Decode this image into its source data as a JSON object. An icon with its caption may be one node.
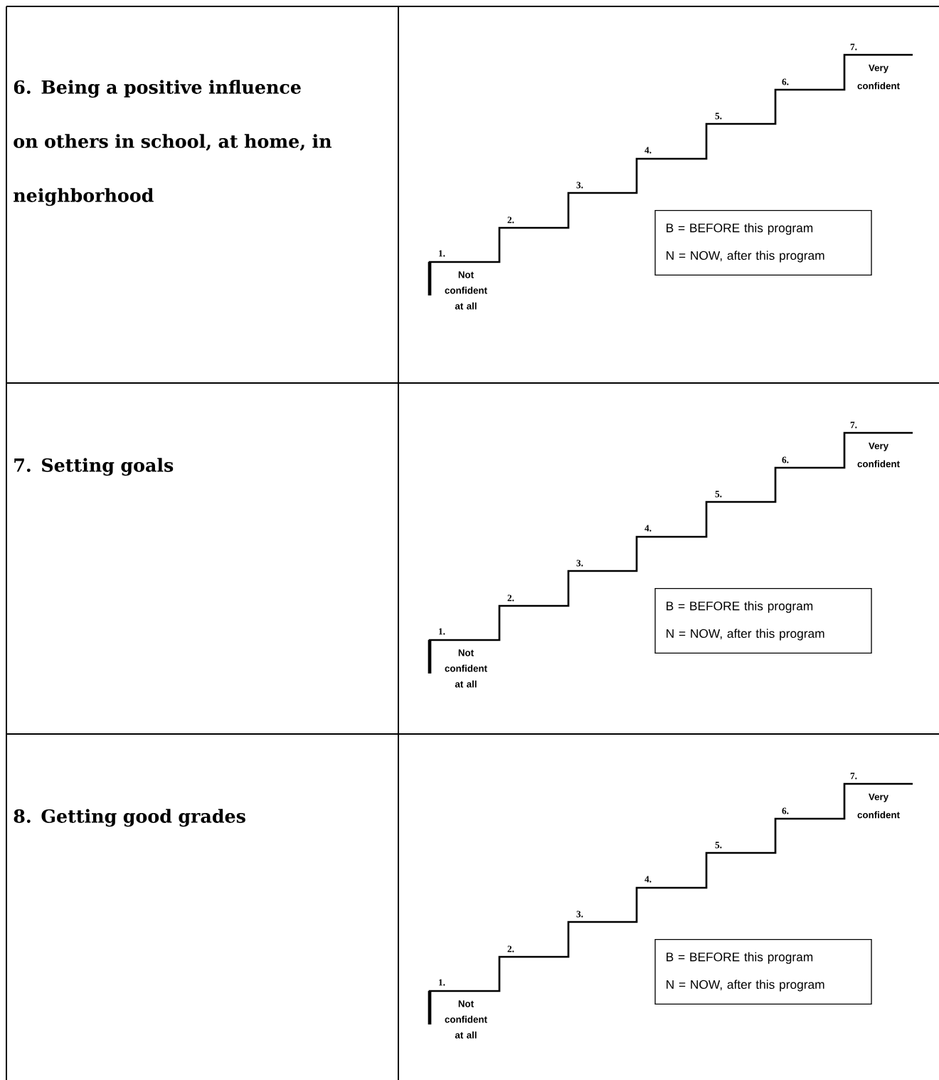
{
  "diagram": {
    "nodes": [
      {
        "text": [
          "B = BEFORE this program",
          "N = NOW, after this program"
        ]
      },
      {
        "text": [
          "B = BEFORE this program",
          "N = NOW, after this program"
        ]
      },
      {
        "text": [
          "B = BEFORE this program",
          "N = NOW, after this program"
        ]
      }
    ],
    "labels": [
      "6. Being a positive influence on others in school, at home, in neighborhood",
      "7.",
      "Very confident",
      "6.",
      "5.",
      "4.",
      "3.",
      "2.",
      "1.",
      "Not confident at all",
      "7. Setting goals",
      "7.",
      "Very confident",
      "6.",
      "5.",
      "4.",
      "3.",
      "2.",
      "1.",
      "Not confident at all",
      "8. Getting good grades",
      "7.",
      "Very confident",
      "6.",
      "5.",
      "4.",
      "3.",
      "2.",
      "1.",
      "Not confident at all"
    ]
  }
}
